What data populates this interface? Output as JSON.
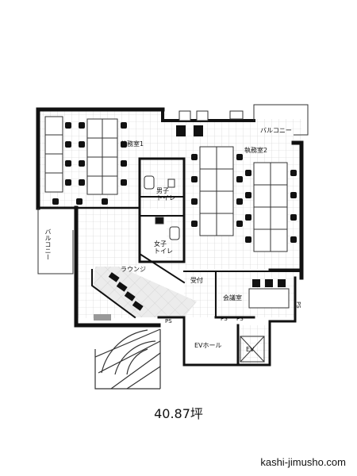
{
  "floorplan": {
    "rooms": {
      "office1": "執務室1",
      "office2": "執務室2",
      "mens_toilet": "男子\nトイレ",
      "womens_toilet": "女子\nトイレ",
      "lounge": "ラウンジ",
      "reception": "受付",
      "meeting_room": "会議室",
      "ev_hall": "EVホール",
      "elevator": "EV",
      "balcony_top": "バルコニー",
      "balcony_left": "バルコニー",
      "ps_left": "PS",
      "ps_mid1": "PS",
      "ps_mid2": "PS",
      "ps_right": "PS"
    },
    "area_text": "40.87坪"
  },
  "footer": {
    "website": "kashi-jimusho.com"
  },
  "colors": {
    "wall": "#111111",
    "grid": "#cfcfcf",
    "lounge_tile": "#e8e8e8",
    "furniture": "#ffffff"
  }
}
